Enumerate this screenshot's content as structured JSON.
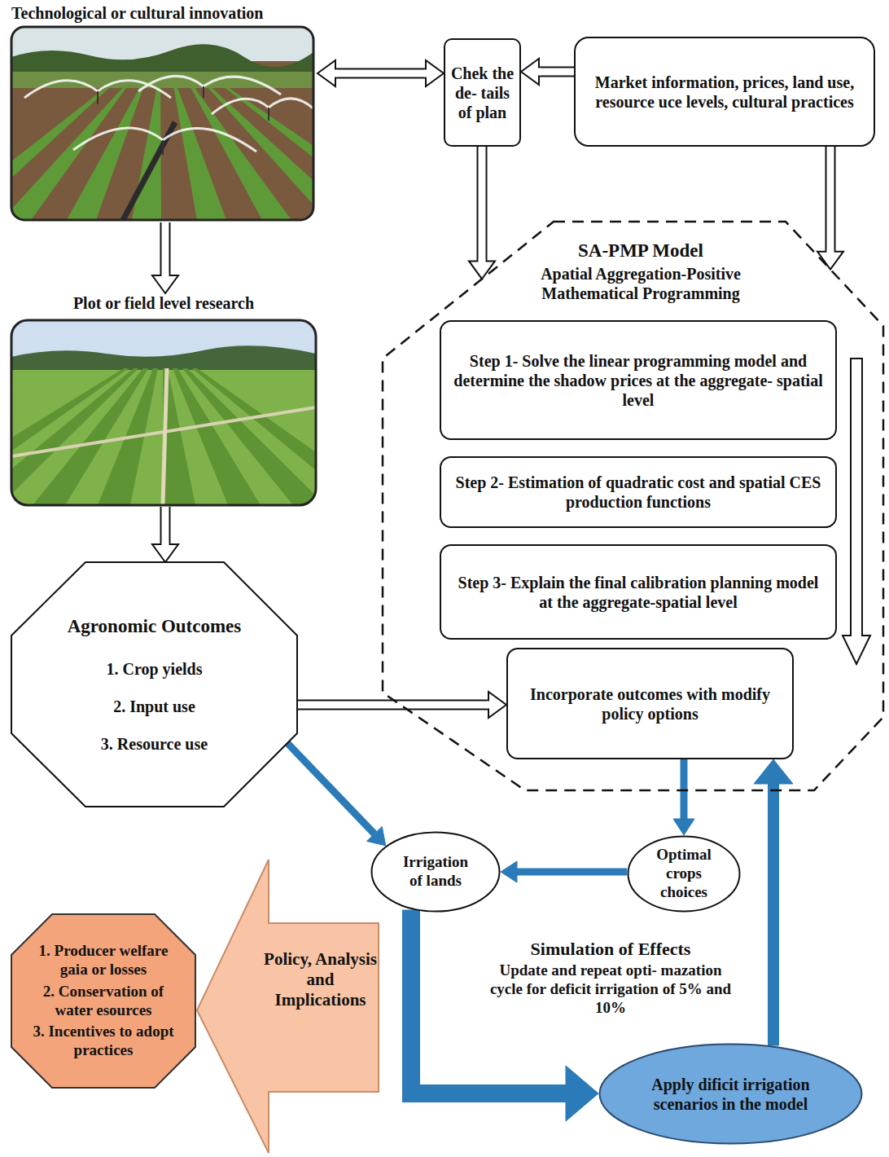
{
  "diagram": {
    "nodes": [
      {
        "text": [
          "Technological or cultural innovation"
        ]
      },
      {
        "text": [
          "Chek the de- tails of plan"
        ]
      },
      {
        "text": [
          "Market information, prices, land use, resource uce levels, cultural practices"
        ]
      },
      {
        "text": [
          "Plot or field level research"
        ]
      },
      {
        "text": [
          "SA-PMP Model",
          "Apatial Aggregation-Positive Mathematical Programming"
        ]
      },
      {
        "text": [
          "Step 1- Solve the linear programming model and determine the shadow prices at the aggregate- spatial level"
        ],
        "in": 4
      },
      {
        "text": [
          "Step 2- Estimation of quadratic cost and spatial CES production functions"
        ],
        "in": 4
      },
      {
        "text": [
          "Step 3- Explain the final calibration planning model at the aggregate-spatial level"
        ],
        "in": 4
      },
      {
        "text": [
          "Agronomic Outcomes",
          "1. Crop yields",
          "2. Input use",
          "3. Resource use"
        ]
      },
      {
        "text": [
          "Incorporate outcomes with modify policy options"
        ],
        "in": 4
      },
      {
        "text": [
          "Irrigation of lands"
        ]
      },
      {
        "text": [
          "Optimal crops choices"
        ]
      },
      {
        "text": [
          "Apply dificit irrigation scenarios in the model"
        ]
      },
      {
        "text": [
          "1. Producer welfare gaia or losses",
          "2. Conservation of water esources",
          "3. Incentives to adopt practices"
        ]
      },
      {
        "text": [
          "Policy, Analysis and Implications"
        ]
      }
    ],
    "edges": [
      {
        "from": 0,
        "to": 1,
        "arrow": "both"
      },
      {
        "from": 2,
        "to": 1,
        "arrow": "to"
      },
      {
        "from": 1,
        "to": 4,
        "arrow": "to"
      },
      {
        "from": 2,
        "to": 4,
        "arrow": "to"
      },
      {
        "from": 0,
        "to": 3,
        "arrow": "to"
      },
      {
        "from": 3,
        "to": 8,
        "arrow": "to"
      },
      {
        "from": 8,
        "to": 9,
        "arrow": "to"
      },
      {
        "from": 9,
        "to": 11,
        "arrow": "to"
      },
      {
        "from": 11,
        "to": 10,
        "arrow": "to"
      },
      {
        "from": 8,
        "to": 10,
        "arrow": "to"
      },
      {
        "from": 10,
        "to": 12,
        "arrow": "to"
      },
      {
        "from": 12,
        "to": 9,
        "arrow": "to"
      }
    ],
    "labels": [
      "Simulation of Effects",
      "Update and repeat opti- mazation cycle for deficit irrigation of 5% and 10%"
    ]
  }
}
